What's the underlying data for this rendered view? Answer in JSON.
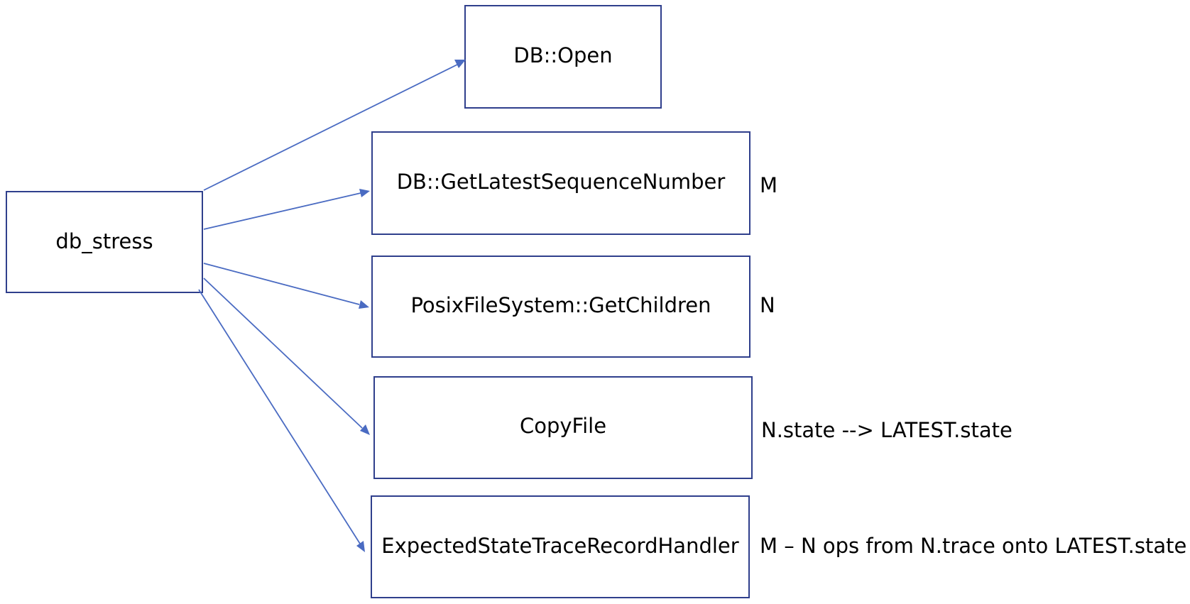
{
  "diagram": {
    "source": "db_stress",
    "targets": [
      {
        "label": "DB::Open",
        "note": ""
      },
      {
        "label": "DB::GetLatestSequenceNumber",
        "note": "M"
      },
      {
        "label": "PosixFileSystem::GetChildren",
        "note": "N"
      },
      {
        "label": "CopyFile",
        "note": "N.state --> LATEST.state"
      },
      {
        "label": "ExpectedStateTraceRecordHandler",
        "note": "M – N ops from N.trace onto LATEST.state"
      }
    ],
    "colors": {
      "box_border": "#2F3F8C",
      "arrow": "#4A6BC2",
      "text": "#000000"
    }
  }
}
